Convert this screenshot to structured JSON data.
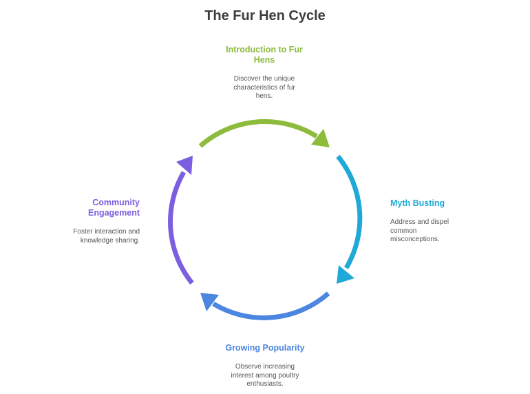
{
  "title": "The Fur Hen Cycle",
  "stages": [
    {
      "title": "Introduction to Fur Hens",
      "description": "Discover the unique characteristics of fur hens.",
      "color": "#8dbb3c"
    },
    {
      "title": "Myth Busting",
      "description": "Address and dispel common misconceptions.",
      "color": "#1fa9d8"
    },
    {
      "title": "Growing Popularity",
      "description": "Observe increasing interest among poultry enthusiasts.",
      "color": "#4c86e0"
    },
    {
      "title": "Community Engagement",
      "description": "Foster interaction and knowledge sharing.",
      "color": "#7b5fe0"
    }
  ]
}
